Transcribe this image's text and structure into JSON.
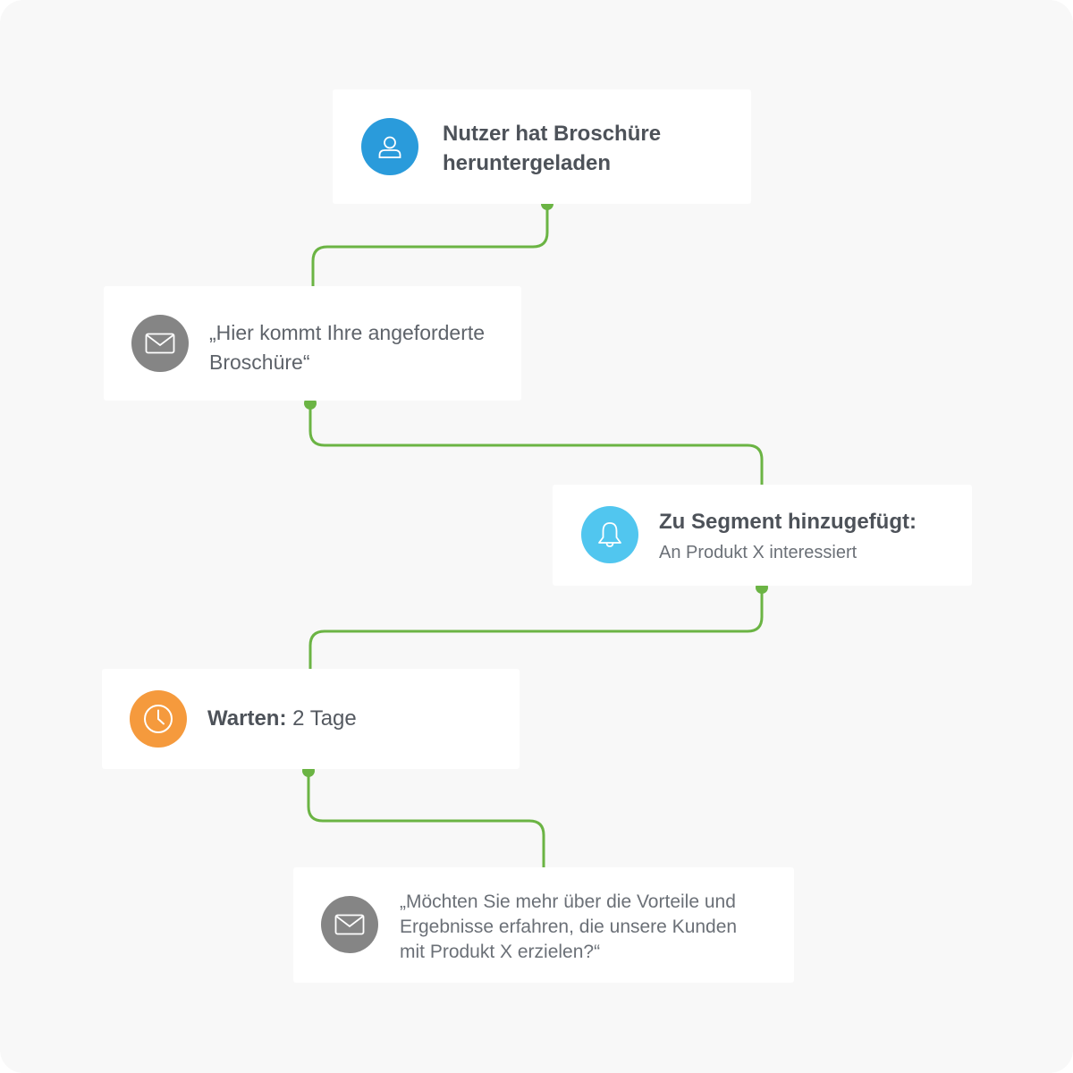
{
  "nodes": {
    "trigger": {
      "title": "Nutzer hat Broschüre heruntergeladen",
      "icon": "user-icon",
      "color": "#2a9bdb"
    },
    "email1": {
      "text": "„Hier kommt Ihre angeforderte Broschüre“",
      "icon": "envelope-icon",
      "color": "#858585"
    },
    "segment": {
      "title": "Zu Segment hinzugefügt:",
      "subtitle": "An Produkt X interessiert",
      "icon": "bell-icon",
      "color": "#51c6ef"
    },
    "wait": {
      "label": "Warten:",
      "value": "2 Tage",
      "icon": "clock-icon",
      "color": "#f59a3d"
    },
    "email2": {
      "text": "„Möchten Sie mehr über die Vorteile und Ergebnisse erfahren, die unsere Kunden mit Produkt X erzielen?“",
      "icon": "envelope-icon",
      "color": "#858585"
    }
  },
  "connector_color": "#6bb444"
}
